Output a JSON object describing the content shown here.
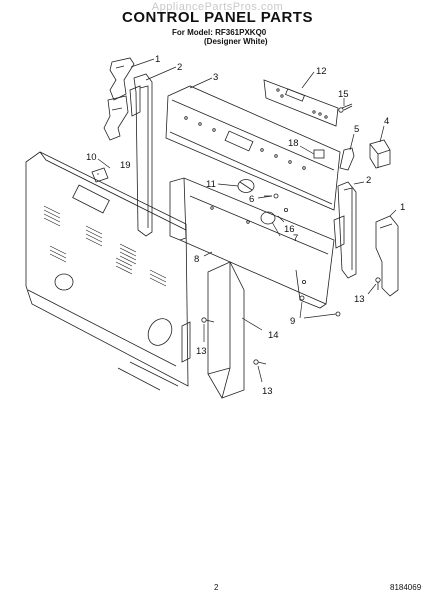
{
  "watermark": "AppliancePartsPros.com",
  "title": "CONTROL PANEL PARTS",
  "model_line": "For Model: RF361PXKQ0",
  "variant_line": "(Designer White)",
  "page_number": "2",
  "doc_number": "8184069",
  "callouts": [
    "1",
    "2",
    "3",
    "12",
    "15",
    "4",
    "5",
    "18",
    "10",
    "19",
    "2",
    "11",
    "6",
    "1",
    "16",
    "7",
    "8",
    "13",
    "14",
    "9",
    "13",
    "13"
  ]
}
